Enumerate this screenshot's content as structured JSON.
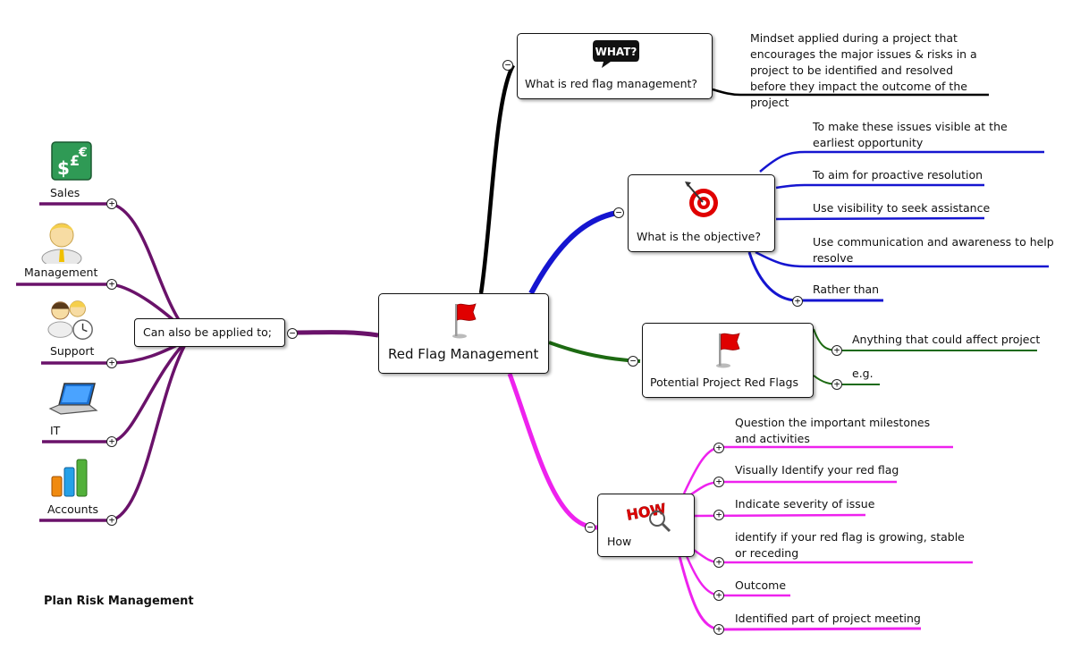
{
  "footer_title": "Plan Risk Management",
  "central": {
    "label": "Red Flag Management",
    "icon": "red-flag-icon"
  },
  "branches": {
    "what": {
      "label": "What is red flag management?",
      "icon": "what-speech-bubble-icon",
      "icon_text": "WHAT?",
      "answer": "Mindset applied during a project that encourages the major issues & risks in a project to be identified and resolved before they impact the outcome of the project"
    },
    "objective": {
      "label": "What is the objective?",
      "icon": "target-icon",
      "items": [
        "To make these issues visible at the earliest opportunity",
        "To aim for proactive resolution",
        "Use visibility to seek assistance",
        "Use communication and awareness to help resolve",
        "Rather than"
      ]
    },
    "potential": {
      "label": "Potential Project Red Flags",
      "icon": "red-flag-icon",
      "items": [
        "Anything that could affect project",
        "e.g."
      ]
    },
    "how": {
      "label": "How",
      "icon": "how-magnifier-icon",
      "icon_text": "HOW",
      "items": [
        "Question the important milestones and activities",
        "Visually Identify your red flag",
        "Indicate severity of issue",
        "identify if your red flag is growing, stable or receding",
        "Outcome",
        "Identified part of project meeting"
      ]
    },
    "applied": {
      "label": "Can also be applied to;",
      "items": [
        {
          "label": "Sales",
          "icon": "currency-icon"
        },
        {
          "label": "Management",
          "icon": "manager-person-icon"
        },
        {
          "label": "Support",
          "icon": "support-people-clock-icon"
        },
        {
          "label": "IT",
          "icon": "laptop-icon"
        },
        {
          "label": "Accounts",
          "icon": "bar-chart-icon"
        }
      ]
    }
  },
  "colors": {
    "what": "#000000",
    "objective": "#1515d0",
    "potential": "#1d6a12",
    "how": "#ee22ee",
    "applied": "#6a126a"
  }
}
